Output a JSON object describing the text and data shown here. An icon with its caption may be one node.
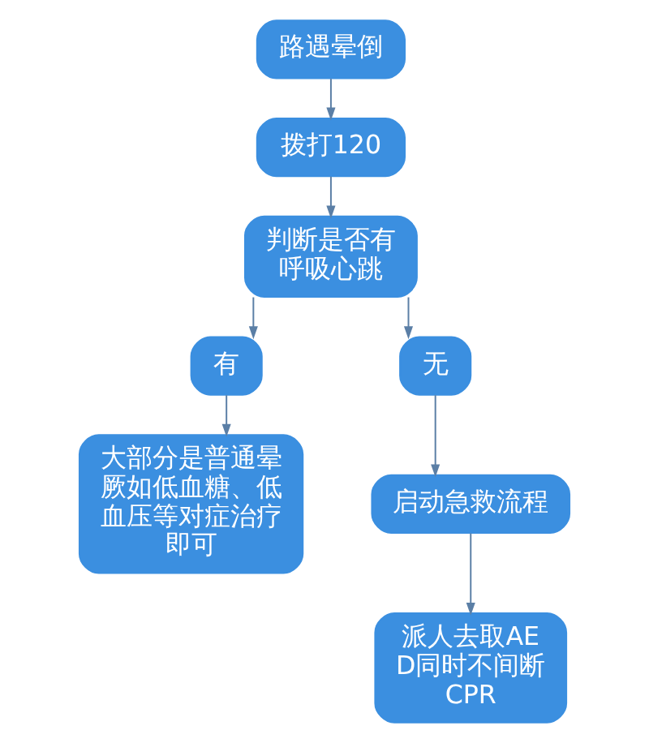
{
  "diagram": {
    "nodes": [
      {
        "text": [
          "路遇晕倒"
        ]
      },
      {
        "text": [
          "拨打120"
        ]
      },
      {
        "text": [
          "判断是否有呼吸心跳"
        ]
      },
      {
        "text": [
          "有"
        ]
      },
      {
        "text": [
          "无"
        ]
      },
      {
        "text": [
          "大部分是普通晕厥如低血糖、低血压等对症治疗即可"
        ]
      },
      {
        "text": [
          "启动急救流程"
        ]
      },
      {
        "text": [
          "派人去取AED同时不间断CPR"
        ]
      }
    ],
    "edges": [
      {
        "from": 0,
        "to": 1,
        "arrow": "to"
      },
      {
        "from": 1,
        "to": 2,
        "arrow": "to"
      },
      {
        "from": 2,
        "to": 3,
        "arrow": "to"
      },
      {
        "from": 2,
        "to": 4,
        "arrow": "to"
      },
      {
        "from": 3,
        "to": 5,
        "arrow": "to"
      },
      {
        "from": 4,
        "to": 6,
        "arrow": "to"
      },
      {
        "from": 6,
        "to": 7,
        "arrow": "to"
      }
    ]
  }
}
